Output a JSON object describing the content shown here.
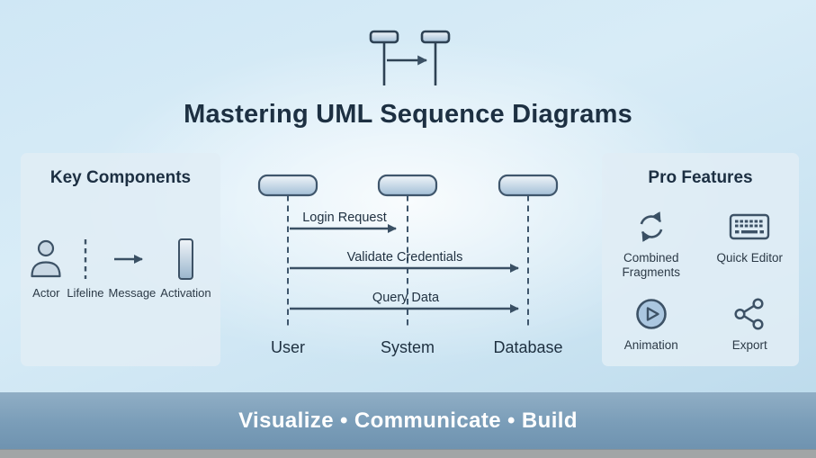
{
  "header": {
    "title": "Mastering UML Sequence Diagrams",
    "icon": "sequence-lifelines-icon"
  },
  "key_components": {
    "title": "Key Components",
    "items": [
      {
        "label": "Actor",
        "icon": "actor-icon"
      },
      {
        "label": "Lifeline",
        "icon": "lifeline-icon"
      },
      {
        "label": "Message",
        "icon": "message-arrow-icon"
      },
      {
        "label": "Activation",
        "icon": "activation-bar-icon"
      }
    ]
  },
  "sequence_diagram": {
    "lifelines": [
      "User",
      "System",
      "Database"
    ],
    "messages": [
      {
        "label": "Login Request",
        "from": "User",
        "to": "System"
      },
      {
        "label": "Validate Credentials",
        "from": "User",
        "to": "Database"
      },
      {
        "label": "Query Data",
        "from": "User",
        "to": "Database"
      }
    ]
  },
  "pro_features": {
    "title": "Pro Features",
    "items": [
      {
        "label": "Combined Fragments",
        "icon": "combined-fragments-icon"
      },
      {
        "label": "Quick Editor",
        "icon": "quick-editor-keyboard-icon"
      },
      {
        "label": "Animation",
        "icon": "animation-play-icon"
      },
      {
        "label": "Export",
        "icon": "export-share-icon"
      }
    ]
  },
  "footer": {
    "tagline": "Visualize • Communicate • Build"
  },
  "colors": {
    "background_edge": "#b9d8ea",
    "background_center": "#f1f9fd",
    "title_text": "#1d3042",
    "diagram_stroke": "#3d5266",
    "panel_bg": "#e0edf5",
    "lifeline_head_top": "#f0f5f9",
    "lifeline_head_bottom": "#a2bed6",
    "footer_band_top": "#90aec5",
    "footer_band_bottom": "#6f93b0",
    "footer_text": "#ffffff",
    "bottom_strip": "#a1a5a6"
  }
}
